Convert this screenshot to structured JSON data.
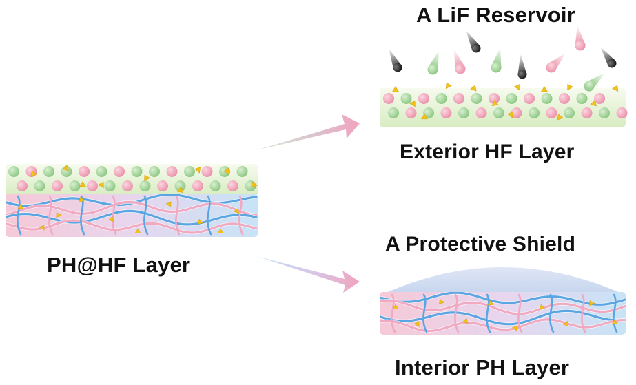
{
  "labels": {
    "reservoir": "A LiF Reservoir",
    "exterior": "Exterior HF Layer",
    "shield": "A Protective Shield",
    "composite": "PH@HF Layer",
    "interior": "Interior PH Layer"
  },
  "colors": {
    "hf_green": "#8fcc86",
    "hf_pink": "#ef8fa8",
    "lif_yellow": "#f2c21a",
    "chain_blue": "#5aa6e3",
    "chain_pink": "#f0a9c0",
    "projectile_black": "#151515",
    "shield_blue": "#c9d8ef"
  },
  "icons": {
    "particle": "sphere",
    "projectile": "comet-sphere",
    "salt": "triangle",
    "arrow": "gradient-arrow"
  }
}
